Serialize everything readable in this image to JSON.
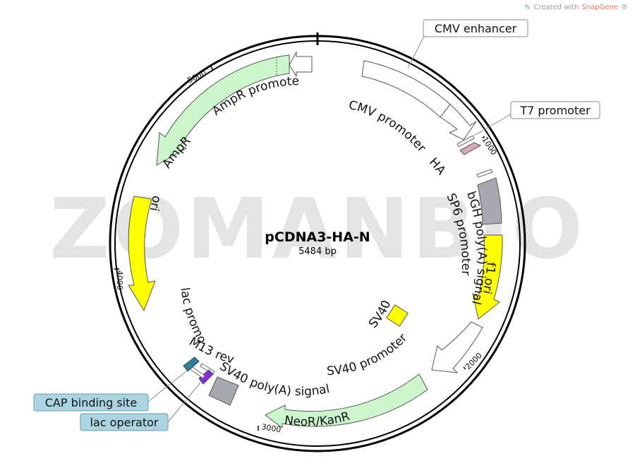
{
  "brand": {
    "prefix": "Created with",
    "name": "SnapGene",
    "mark": "®"
  },
  "plasmid": {
    "name": "pCDNA3-HA-N",
    "size_label": "5484 bp"
  },
  "watermark": "ZOMANBIO",
  "ticks": [
    "1000",
    "2000",
    "3000",
    "4000",
    "5000"
  ],
  "features": {
    "cmv_promoter": "CMV promoter",
    "ha": "HA",
    "sp6_promoter": "SP6 promoter",
    "bgh": "bGH poly(A) signal",
    "f1_ori": "f1 ori",
    "sv40_promoter": "SV40 promoter",
    "sv40_ori": "SV40 ori",
    "neor": "NeoR/KanR",
    "sv40_polya": "SV40 poly(A) signal",
    "m13_rev": "M13 rev",
    "lac_promoter": "lac promoter",
    "ori": "ori",
    "ampr": "AmpR",
    "ampr_promoter": "AmpR promoter"
  },
  "callouts": {
    "cmv_enhancer": "CMV enhancer",
    "t7_promoter": "T7 promoter",
    "cap_site": "CAP binding site",
    "lac_operator": "lac operator"
  },
  "colors": {
    "backbone": "#000000",
    "ampr": "#ccf5cc",
    "neor": "#ccf5cc",
    "ori": "#ffff00",
    "f1_ori": "#ffff00",
    "sv40_ori": "#ffff00",
    "bgh": "#a6aab0",
    "sv40_polya": "#a6aab0",
    "promoter": "#ffffff",
    "ha": "#d9a7c0",
    "cap_site": "#2e7fa0",
    "lac_operator": "#8a2be2",
    "callout_highlight": "#a9d4e0",
    "watermark": "#dedede"
  }
}
